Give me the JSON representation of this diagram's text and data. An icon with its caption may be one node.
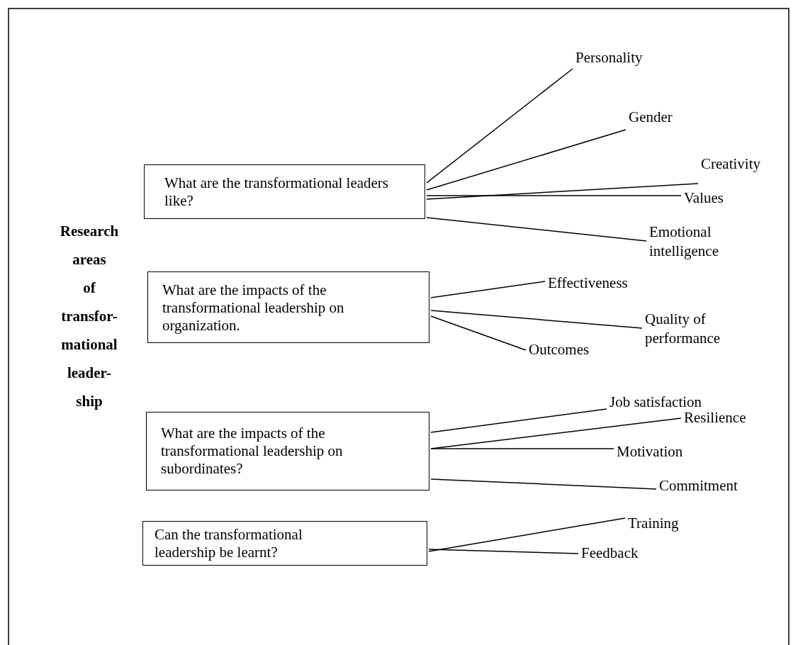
{
  "diagram": {
    "nodes": [
      {
        "text": [
          "What are the transformational leaders like?"
        ]
      },
      {
        "text": [
          "Personality"
        ]
      },
      {
        "text": [
          "Gender"
        ]
      },
      {
        "text": [
          "Creativity"
        ]
      },
      {
        "text": [
          "Values"
        ]
      },
      {
        "text": [
          "Emotional intelligence"
        ]
      },
      {
        "text": [
          "What are the impacts of the transformational leadership on organization."
        ]
      },
      {
        "text": [
          "Effectiveness"
        ]
      },
      {
        "text": [
          "Quality of performance"
        ]
      },
      {
        "text": [
          "Outcomes"
        ]
      },
      {
        "text": [
          "What are the impacts of the transformational leadership on subordinates?"
        ]
      },
      {
        "text": [
          "Job satisfaction"
        ]
      },
      {
        "text": [
          "Resilience"
        ]
      },
      {
        "text": [
          "Motivation"
        ]
      },
      {
        "text": [
          "Commitment"
        ]
      },
      {
        "text": [
          "Can the transformational leadership be learnt?"
        ]
      },
      {
        "text": [
          "Training"
        ]
      },
      {
        "text": [
          "Feedback"
        ]
      }
    ],
    "edges": [
      {
        "from": 0,
        "to": 1,
        "arrow": "none"
      },
      {
        "from": 0,
        "to": 2,
        "arrow": "none"
      },
      {
        "from": 0,
        "to": 3,
        "arrow": "none"
      },
      {
        "from": 0,
        "to": 4,
        "arrow": "none"
      },
      {
        "from": 0,
        "to": 5,
        "arrow": "none"
      },
      {
        "from": 6,
        "to": 7,
        "arrow": "none"
      },
      {
        "from": 6,
        "to": 8,
        "arrow": "none"
      },
      {
        "from": 6,
        "to": 9,
        "arrow": "none"
      },
      {
        "from": 10,
        "to": 11,
        "arrow": "none"
      },
      {
        "from": 10,
        "to": 12,
        "arrow": "none"
      },
      {
        "from": 10,
        "to": 13,
        "arrow": "none"
      },
      {
        "from": 10,
        "to": 14,
        "arrow": "none"
      },
      {
        "from": 15,
        "to": 16,
        "arrow": "none"
      },
      {
        "from": 15,
        "to": 17,
        "arrow": "none"
      }
    ],
    "labels": [
      "Research areas of transfor-mational leader-ship"
    ]
  }
}
